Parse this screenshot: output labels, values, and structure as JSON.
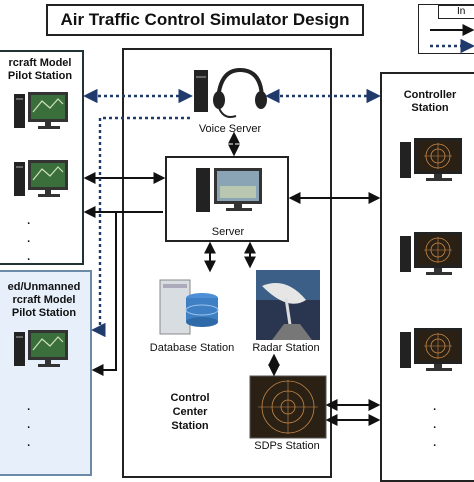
{
  "title": "Air Traffic Control Simulator Design",
  "legend_label": "In",
  "aircraft_station": {
    "line1": "rcraft Model",
    "line2": "Pilot Station"
  },
  "manned_station": {
    "line1": "ed/Unmanned",
    "line2": "rcraft Model",
    "line3": "Pilot Station"
  },
  "controller_station": {
    "line1": "Controller",
    "line2": "Station"
  },
  "voice_server": "Voice Server",
  "server": "Server",
  "database_station": "Database Station",
  "radar_station": "Radar Station",
  "control_center": {
    "line1": "Control",
    "line2": "Center",
    "line3": "Station"
  },
  "sdps_station": "SDPs Station",
  "ellipsis": "·",
  "colors": {
    "border": "#222222",
    "dashed": "#1f3a6b",
    "monitor_screen": "#3a6e3a",
    "radar_screen": "#2a2014",
    "highlight_panel": "#e7f0fa"
  }
}
